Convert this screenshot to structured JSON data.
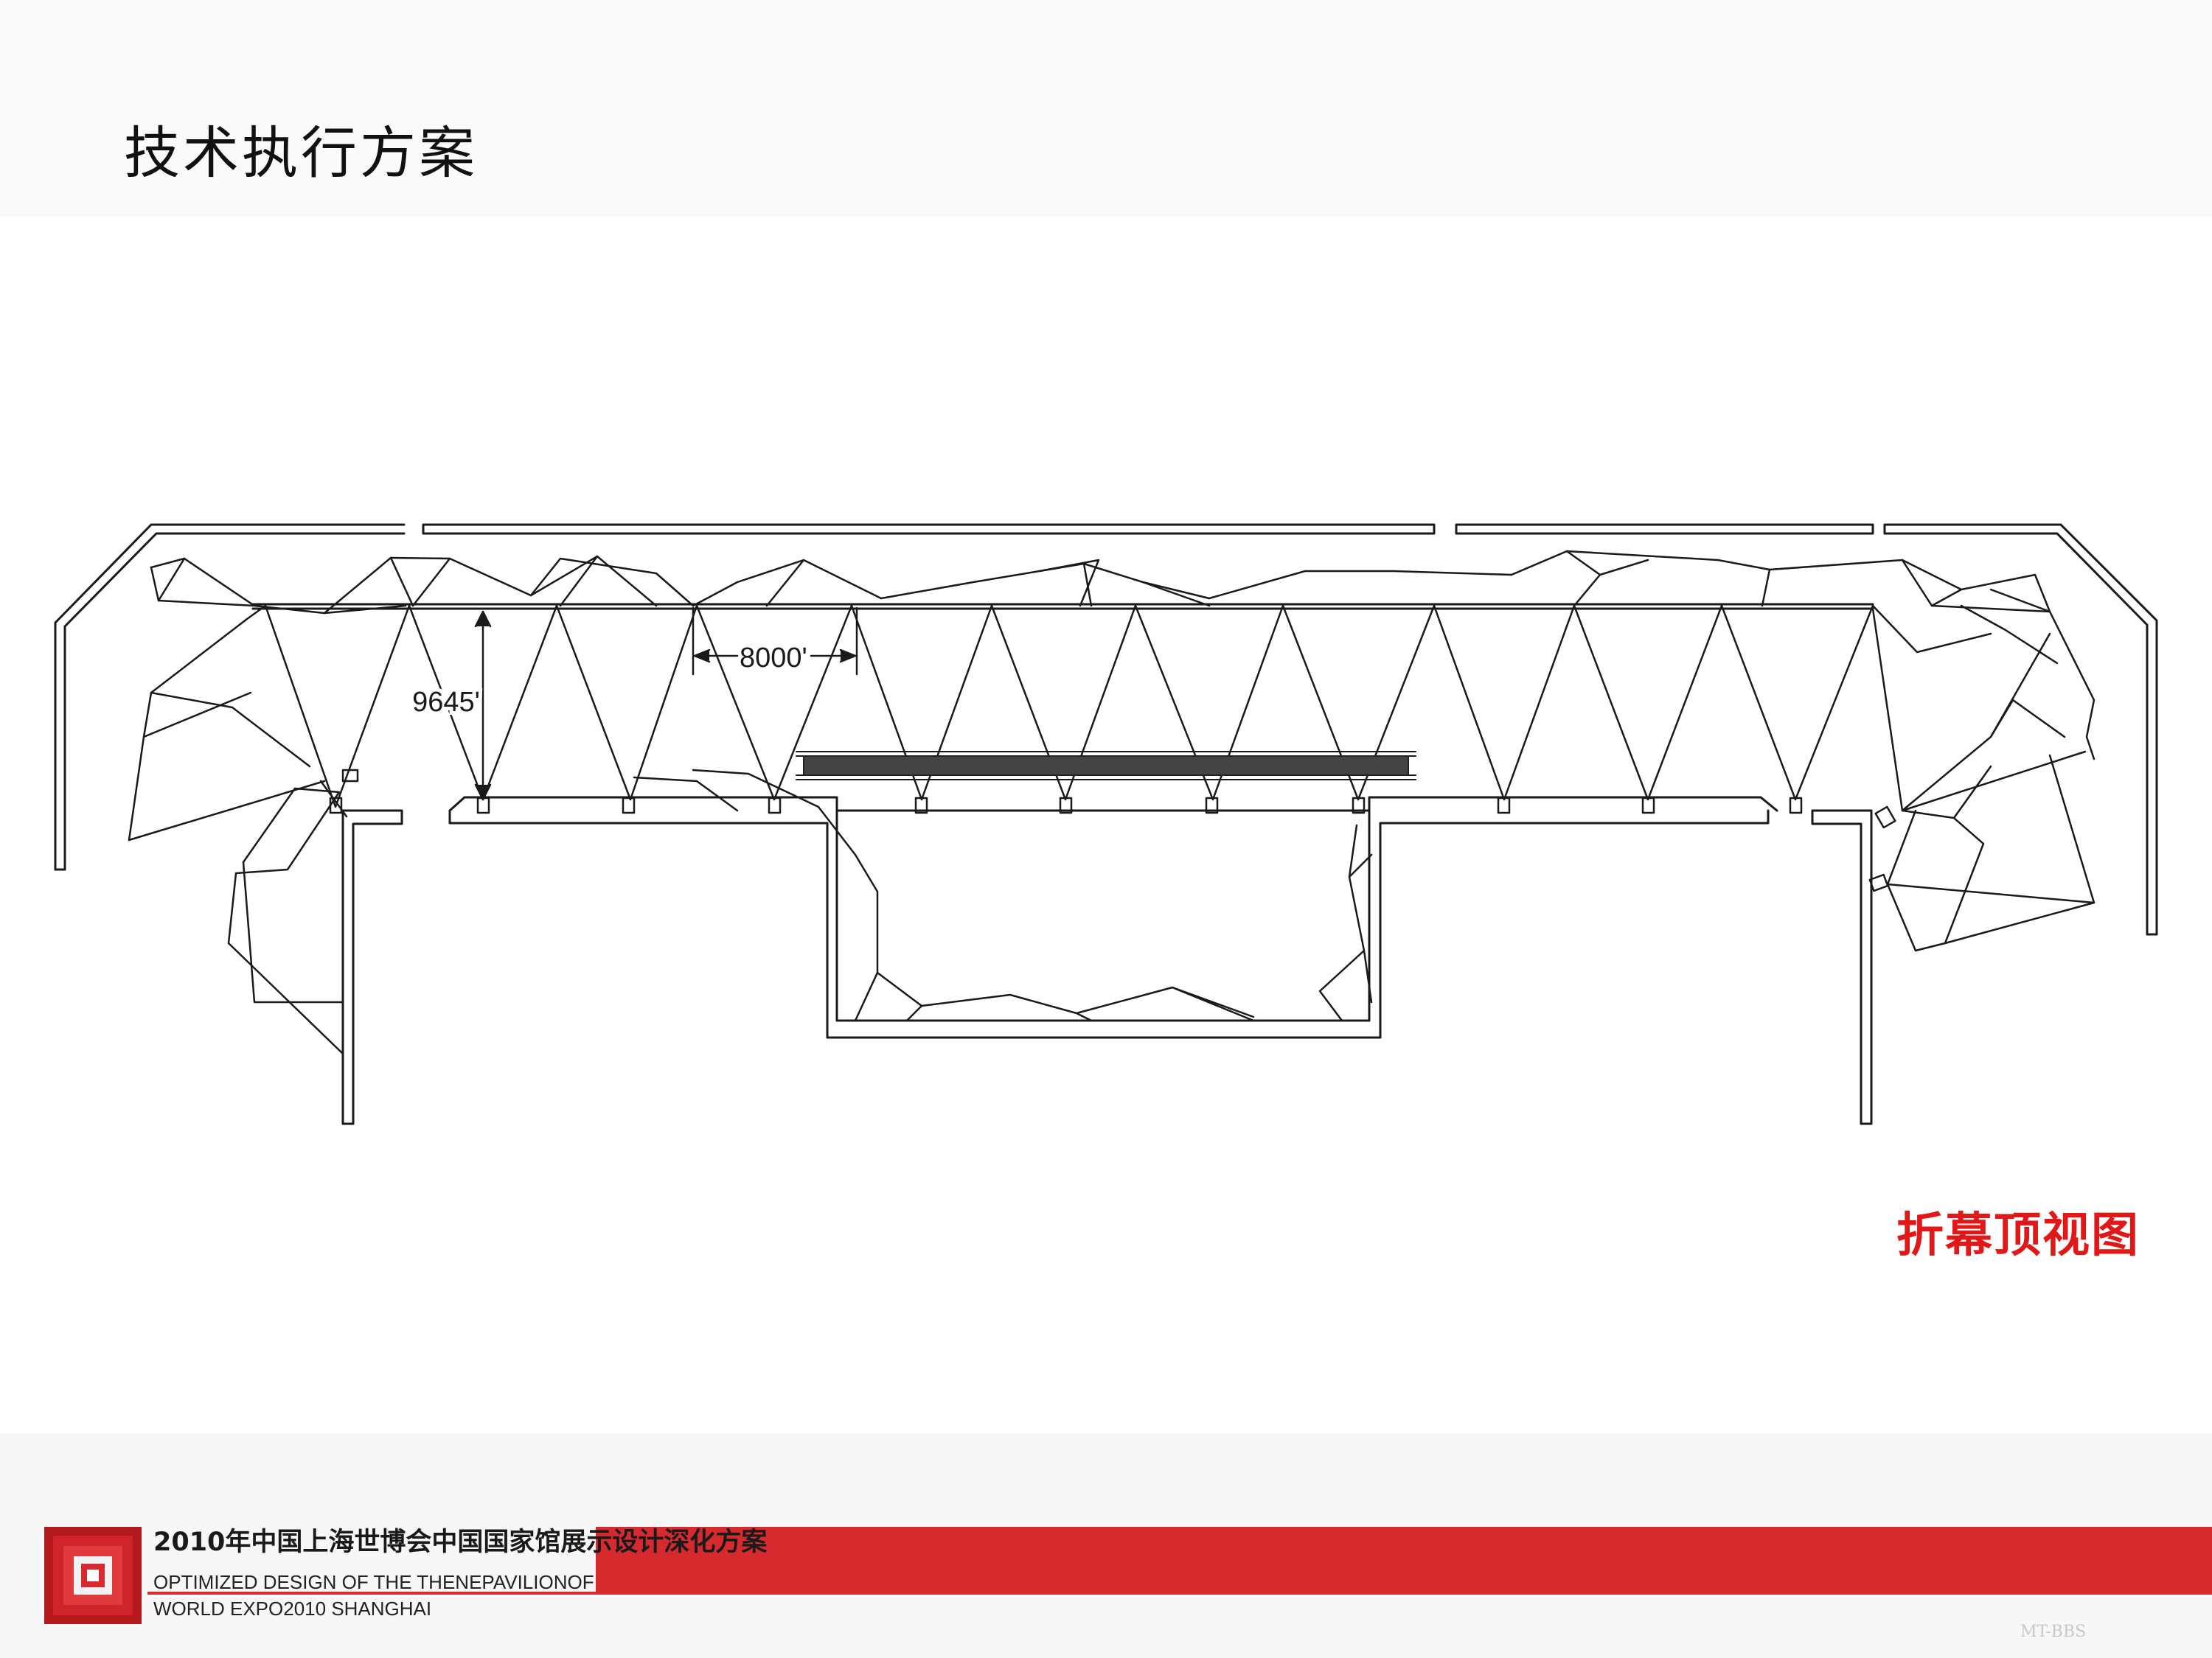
{
  "header": {
    "title": "技术执行方案"
  },
  "diagram": {
    "dimension_width": "8000'",
    "dimension_height": "9645'",
    "caption": "折幕顶视图"
  },
  "footer": {
    "title_cn": "2010年中国上海世博会中国国家馆展示设计深化方案",
    "title_en_line1": "OPTIMIZED DESIGN OF THE THENEPAVILIONOF",
    "title_en_line2": "WORLD EXPO2010 SHANGHAI"
  },
  "watermark": {
    "text": "MT-BBS"
  },
  "colors": {
    "accent_red": "#d62a2e",
    "caption_red": "#e01818",
    "line": "#1a1a1a"
  }
}
